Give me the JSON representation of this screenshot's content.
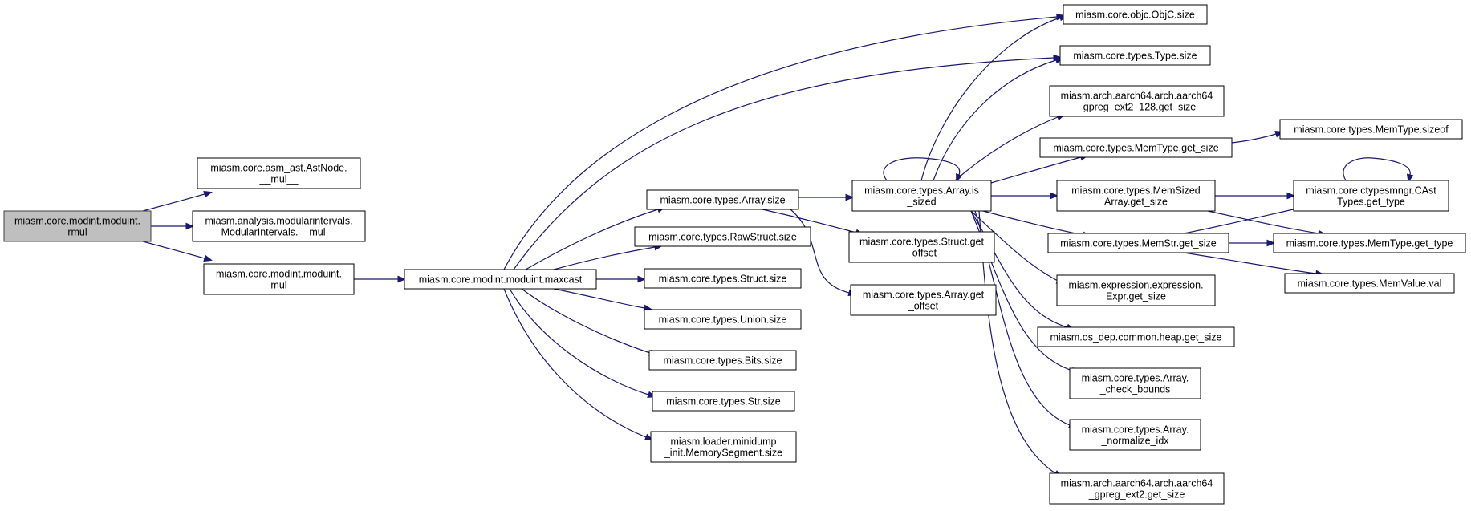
{
  "colors": {
    "edge": "#191970",
    "root_fill": "#bfbfbf",
    "node_fill": "#ffffff",
    "border": "#000000"
  },
  "nodes": {
    "root": {
      "lines": [
        "miasm.core.modint.moduint.",
        "__rmul__"
      ],
      "root": true
    },
    "astnode_mul": {
      "lines": [
        "miasm.core.asm_ast.AstNode.",
        "__mul__"
      ]
    },
    "modint_mul": {
      "lines": [
        "miasm.analysis.modularintervals.",
        "ModularIntervals.__mul__"
      ]
    },
    "moduint_mul": {
      "lines": [
        "miasm.core.modint.moduint.",
        "__mul__"
      ]
    },
    "maxcast": {
      "lines": [
        "miasm.core.modint.moduint.maxcast"
      ]
    },
    "array_size": {
      "lines": [
        "miasm.core.types.Array.size"
      ]
    },
    "rawstruct_size": {
      "lines": [
        "miasm.core.types.RawStruct.size"
      ]
    },
    "struct_size": {
      "lines": [
        "miasm.core.types.Struct.size"
      ]
    },
    "union_size": {
      "lines": [
        "miasm.core.types.Union.size"
      ]
    },
    "bits_size": {
      "lines": [
        "miasm.core.types.Bits.size"
      ]
    },
    "str_size": {
      "lines": [
        "miasm.core.types.Str.size"
      ]
    },
    "memseg_size": {
      "lines": [
        "miasm.loader.minidump",
        "_init.MemorySegment.size"
      ]
    },
    "objc_size": {
      "lines": [
        "miasm.core.objc.ObjC.size"
      ]
    },
    "type_size": {
      "lines": [
        "miasm.core.types.Type.size"
      ]
    },
    "is_sized": {
      "lines": [
        "miasm.core.types.Array.is",
        "_sized"
      ]
    },
    "struct_getoff": {
      "lines": [
        "miasm.core.types.Struct.get",
        "_offset"
      ]
    },
    "array_getoff": {
      "lines": [
        "miasm.core.types.Array.get",
        "_offset"
      ]
    },
    "gpreg128": {
      "lines": [
        "miasm.arch.aarch64.arch.aarch64",
        "_gpreg_ext2_128.get_size"
      ]
    },
    "memtype_getsize": {
      "lines": [
        "miasm.core.types.MemType.get_size"
      ]
    },
    "memsized": {
      "lines": [
        "miasm.core.types.MemSized",
        "Array.get_size"
      ]
    },
    "memstr": {
      "lines": [
        "miasm.core.types.MemStr.get_size"
      ]
    },
    "expr": {
      "lines": [
        "miasm.expression.expression.",
        "Expr.get_size"
      ]
    },
    "heap": {
      "lines": [
        "miasm.os_dep.common.heap.get_size"
      ]
    },
    "checkbounds": {
      "lines": [
        "miasm.core.types.Array.",
        "_check_bounds"
      ]
    },
    "normalize": {
      "lines": [
        "miasm.core.types.Array.",
        "_normalize_idx"
      ]
    },
    "gpreg2": {
      "lines": [
        "miasm.arch.aarch64.arch.aarch64",
        "_gpreg_ext2.get_size"
      ]
    },
    "sizeof": {
      "lines": [
        "miasm.core.types.MemType.sizeof"
      ]
    },
    "castget": {
      "lines": [
        "miasm.core.ctypesmngr.CAst",
        "Types.get_type"
      ]
    },
    "memtype_gettype": {
      "lines": [
        "miasm.core.types.MemType.get_type"
      ]
    },
    "memvalue": {
      "lines": [
        "miasm.core.types.MemValue.val"
      ]
    }
  },
  "edges": [
    [
      "root",
      "astnode_mul"
    ],
    [
      "root",
      "modint_mul"
    ],
    [
      "root",
      "moduint_mul"
    ],
    [
      "moduint_mul",
      "maxcast"
    ],
    [
      "maxcast",
      "array_size"
    ],
    [
      "maxcast",
      "rawstruct_size"
    ],
    [
      "maxcast",
      "struct_size"
    ],
    [
      "maxcast",
      "union_size"
    ],
    [
      "maxcast",
      "bits_size"
    ],
    [
      "maxcast",
      "str_size"
    ],
    [
      "maxcast",
      "memseg_size"
    ],
    [
      "maxcast",
      "objc_size"
    ],
    [
      "maxcast",
      "type_size"
    ],
    [
      "array_size",
      "is_sized"
    ],
    [
      "array_size",
      "struct_getoff"
    ],
    [
      "array_size",
      "array_getoff"
    ],
    [
      "is_sized",
      "is_sized"
    ],
    [
      "is_sized",
      "objc_size"
    ],
    [
      "is_sized",
      "type_size"
    ],
    [
      "is_sized",
      "gpreg128"
    ],
    [
      "is_sized",
      "memtype_getsize"
    ],
    [
      "is_sized",
      "memsized"
    ],
    [
      "is_sized",
      "memstr"
    ],
    [
      "is_sized",
      "expr"
    ],
    [
      "is_sized",
      "heap"
    ],
    [
      "is_sized",
      "checkbounds"
    ],
    [
      "is_sized",
      "normalize"
    ],
    [
      "is_sized",
      "gpreg2"
    ],
    [
      "memtype_getsize",
      "sizeof"
    ],
    [
      "memsized",
      "castget"
    ],
    [
      "memsized",
      "memtype_gettype"
    ],
    [
      "memstr",
      "castget"
    ],
    [
      "memstr",
      "memtype_gettype"
    ],
    [
      "memstr",
      "memvalue"
    ],
    [
      "castget",
      "castget"
    ]
  ]
}
